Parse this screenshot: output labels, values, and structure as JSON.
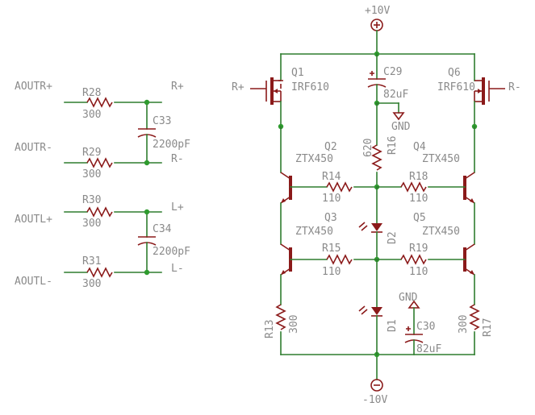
{
  "rails": {
    "positive": "+10V",
    "negative": "-10V"
  },
  "grounds": {
    "gnd_top": "GND",
    "gnd_bottom": "GND"
  },
  "inputs": {
    "aoutr_plus": "AOUTR+",
    "aoutr_minus": "AOUTR-",
    "aoutl_plus": "AOUTL+",
    "aoutl_minus": "AOUTL-"
  },
  "nets": {
    "r_plus": "R+",
    "r_minus": "R-",
    "l_plus": "L+",
    "l_minus": "L-",
    "mosfet_r_plus": "R+",
    "mosfet_r_minus": "R-"
  },
  "resistors": {
    "R28": {
      "ref": "R28",
      "value": "300"
    },
    "R29": {
      "ref": "R29",
      "value": "300"
    },
    "R30": {
      "ref": "R30",
      "value": "300"
    },
    "R31": {
      "ref": "R31",
      "value": "300"
    },
    "R14": {
      "ref": "R14",
      "value": "110"
    },
    "R18": {
      "ref": "R18",
      "value": "110"
    },
    "R15": {
      "ref": "R15",
      "value": "110"
    },
    "R19": {
      "ref": "R19",
      "value": "110"
    },
    "R16": {
      "ref": "R16",
      "value": "620"
    },
    "R13": {
      "ref": "R13",
      "value": "300"
    },
    "R17": {
      "ref": "R17",
      "value": "300"
    }
  },
  "capacitors": {
    "C33": {
      "ref": "C33",
      "value": "2200pF"
    },
    "C34": {
      "ref": "C34",
      "value": "2200pF"
    },
    "C29": {
      "ref": "C29",
      "value": "82uF"
    },
    "C30": {
      "ref": "C30",
      "value": "82uF"
    }
  },
  "transistors": {
    "Q1": {
      "ref": "Q1",
      "part": "IRF610"
    },
    "Q6": {
      "ref": "Q6",
      "part": "IRF610"
    },
    "Q2": {
      "ref": "Q2",
      "part": "ZTX450"
    },
    "Q4": {
      "ref": "Q4",
      "part": "ZTX450"
    },
    "Q3": {
      "ref": "Q3",
      "part": "ZTX450"
    },
    "Q5": {
      "ref": "Q5",
      "part": "ZTX450"
    }
  },
  "diodes": {
    "D1": {
      "ref": "D1"
    },
    "D2": {
      "ref": "D2"
    }
  },
  "colors": {
    "wire": "#2e7d2e",
    "part": "#8b1a1a",
    "label": "#8a8a8a",
    "junction": "#2e9b2e"
  }
}
